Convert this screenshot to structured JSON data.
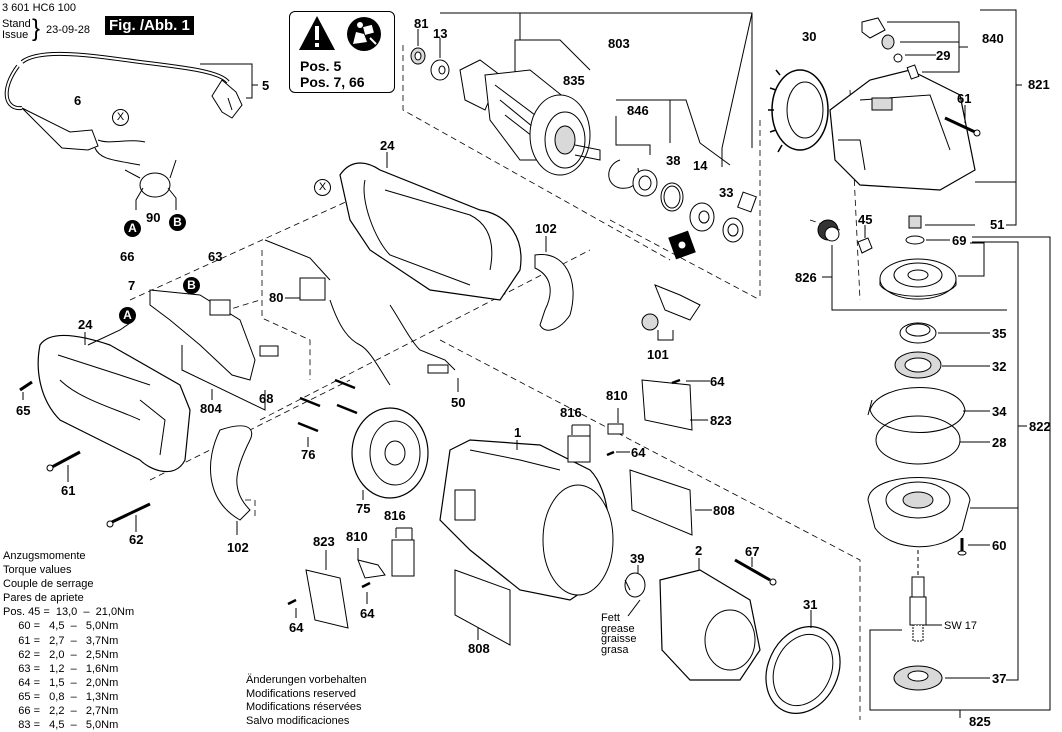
{
  "header": {
    "part_number": "3 601 HC6 100",
    "stand_label": "Stand",
    "issue_label": "Issue",
    "brace": "}",
    "issue_date": "23-09-28",
    "figure_label": "Fig. /Abb. 1"
  },
  "warning_box": {
    "icons": [
      "warning-triangle-icon",
      "read-manual-icon"
    ],
    "line1": "Pos. 5",
    "line2": "Pos. 7, 66"
  },
  "torque_table": {
    "titles": [
      "Anzugsmomente",
      "Torque values",
      "Couple de serrage",
      "Pares de apriete"
    ],
    "rows": [
      {
        "text": "Pos. 45 =  13,0  –  21,0Nm",
        "pos": "45",
        "min": "13,0",
        "max": "21,0",
        "unit": "Nm"
      },
      {
        "text": "     60 =   4,5  –   5,0Nm",
        "pos": "60",
        "min": "4,5",
        "max": "5,0",
        "unit": "Nm"
      },
      {
        "text": "     61 =   2,7  –   3,7Nm",
        "pos": "61",
        "min": "2,7",
        "max": "3,7",
        "unit": "Nm"
      },
      {
        "text": "     62 =   2,0  –   2,5Nm",
        "pos": "62",
        "min": "2,0",
        "max": "2,5",
        "unit": "Nm"
      },
      {
        "text": "     63 =   1,2  –   1,6Nm",
        "pos": "63",
        "min": "1,2",
        "max": "1,6",
        "unit": "Nm"
      },
      {
        "text": "     64 =   1,5  –   2,0Nm",
        "pos": "64",
        "min": "1,5",
        "max": "2,0",
        "unit": "Nm"
      },
      {
        "text": "     65 =   0,8  –   1,3Nm",
        "pos": "65",
        "min": "0,8",
        "max": "1,3",
        "unit": "Nm"
      },
      {
        "text": "     66 =   2,2  –   2,7Nm",
        "pos": "66",
        "min": "2,2",
        "max": "2,7",
        "unit": "Nm"
      },
      {
        "text": "     83 =   4,5  –   5,0Nm",
        "pos": "83",
        "min": "4,5",
        "max": "5,0",
        "unit": "Nm"
      }
    ]
  },
  "modifications": [
    "Änderungen vorbehalten",
    "Modifications reserved",
    "Modifications réservées",
    "Salvo modificaciones"
  ],
  "grease_note": [
    "Fett",
    "grease",
    "graisse",
    "grasa"
  ],
  "wrench_size": "SW 17",
  "connector_markers": {
    "a": "A",
    "b": "B",
    "x": "X"
  },
  "labels": {
    "p81": "81",
    "p13": "13",
    "p803": "803",
    "p835": "835",
    "p846": "846",
    "p38": "38",
    "p14": "14",
    "p33": "33",
    "p30": "30",
    "p840": "840",
    "p29": "29",
    "p821": "821",
    "p61a": "61",
    "p51": "51",
    "p45": "45",
    "p69": "69",
    "p826": "826",
    "p35": "35",
    "p32": "32",
    "p34": "34",
    "p28": "28",
    "p822": "822",
    "p60": "60",
    "p37": "37",
    "p825": "825",
    "p5": "5",
    "p6": "6",
    "p90": "90",
    "p66": "66",
    "p63": "63",
    "p7": "7",
    "p24a": "24",
    "p24b": "24",
    "p80": "80",
    "p102a": "102",
    "p102b": "102",
    "p101": "101",
    "p804": "804",
    "p68": "68",
    "p65": "65",
    "p61b": "61",
    "p62": "62",
    "p50": "50",
    "p76": "76",
    "p75": "75",
    "p1": "1",
    "p816a": "816",
    "p810a": "810",
    "p64a": "64",
    "p823a": "823",
    "p64b": "64",
    "p808a": "808",
    "p816b": "816",
    "p810b": "810",
    "p823b": "823",
    "p64c": "64",
    "p64d": "64",
    "p808b": "808",
    "p39": "39",
    "p2": "2",
    "p67": "67",
    "p31": "31"
  },
  "colors": {
    "ink": "#000000",
    "paper": "#ffffff",
    "shade": "#d9d9d9"
  }
}
